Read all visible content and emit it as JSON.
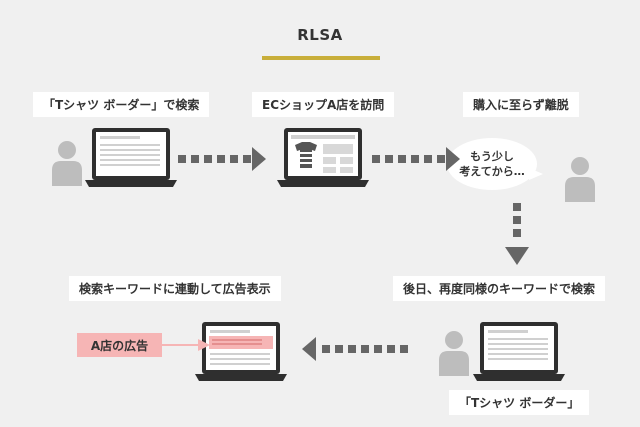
{
  "diagram": {
    "title": "RLSA",
    "step1": {
      "label": "「Tシャツ ボーダー」で検索"
    },
    "step2": {
      "label": "ECショップA店を訪問"
    },
    "step3": {
      "label": "購入に至らず離脱",
      "bubble_line1": "もう少し",
      "bubble_line2": "考えてから…"
    },
    "step4": {
      "label": "後日、再度同様のキーワードで検索",
      "search_term": "「Tシャツ ボーダー」"
    },
    "step5": {
      "label": "検索キーワードに連動して広告表示",
      "ad_label": "A店の広告"
    }
  },
  "colors": {
    "background": "#f0f0f0",
    "title_underline": "#c8ae3a",
    "arrow": "#666666",
    "person": "#bdbdbd",
    "ad_highlight": "#f6b5b5",
    "laptop_dark": "#2f2f2f"
  }
}
